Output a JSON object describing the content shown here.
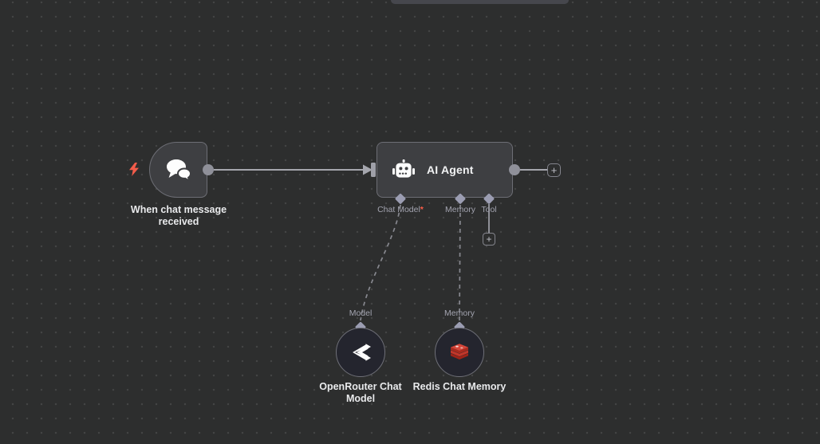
{
  "ui": {
    "plus": "+"
  },
  "trigger_node": {
    "label": "When chat message received"
  },
  "agent_node": {
    "title": "AI Agent",
    "ports": {
      "chat_model_label": "Chat Model",
      "required_marker": "*",
      "memory_label": "Memory",
      "tool_label": "Tool"
    }
  },
  "model_node": {
    "port_label": "Model",
    "label": "OpenRouter Chat Model"
  },
  "memory_node": {
    "port_label": "Memory",
    "label": "Redis Chat Memory"
  },
  "colors": {
    "canvas_bg": "#2d2e2e",
    "node_fill": "#3e3f42",
    "node_border": "#6d6e75",
    "subnode_fill": "#24252e",
    "connector_diamond": "#9b9db2",
    "connection_line": "#a5a6ad",
    "dashed_line": "#87888f",
    "trigger_bolt": "#f25c4a",
    "required_asterisk": "#ff5e49",
    "redis_red": "#d5362a",
    "node_label_text": "#e9eaec",
    "port_label_text": "#a3a4b0"
  }
}
